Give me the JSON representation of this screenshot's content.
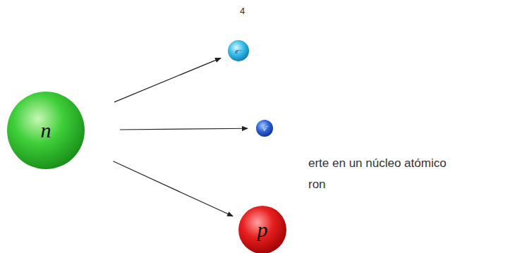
{
  "diagram": {
    "nodes": [
      {
        "text": [
          "n"
        ]
      },
      {
        "text": [
          "e⁻"
        ]
      },
      {
        "text": [
          "ν̄"
        ]
      },
      {
        "text": [
          "p"
        ]
      }
    ],
    "edges": [
      {
        "from": 0,
        "to": 1,
        "arrow": "to"
      },
      {
        "from": 0,
        "to": 2,
        "arrow": "to"
      },
      {
        "from": 0,
        "to": 3,
        "arrow": "to"
      }
    ],
    "labels": [
      "4",
      "erte en un núcleo atómico",
      "ron"
    ]
  }
}
